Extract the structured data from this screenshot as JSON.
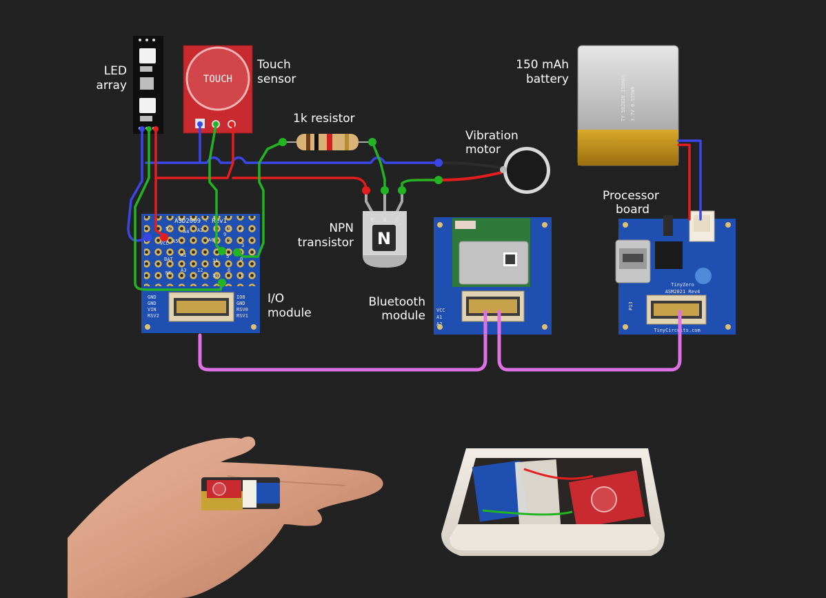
{
  "labels": {
    "led_array": [
      "LED",
      "array"
    ],
    "touch_sensor": [
      "Touch",
      "sensor"
    ],
    "resistor": "1k resistor",
    "vibration_motor": [
      "Vibration",
      "motor"
    ],
    "battery": [
      "150 mAh",
      "battery"
    ],
    "processor": [
      "Processor",
      "board"
    ],
    "npn": [
      "NPN",
      "transistor"
    ],
    "io_module": [
      "I/O",
      "module"
    ],
    "bluetooth": [
      "Bluetooth",
      "module"
    ]
  },
  "silkscreen": {
    "touch_button": "TOUCH",
    "transistor_letter": "N",
    "transistor_pins": [
      "E",
      "B",
      "C"
    ],
    "io_title": "ASD2009 - Rev1",
    "io_pins": [
      "5V",
      "VCC",
      "A5",
      "A4",
      "A2",
      "A0",
      "BAT",
      "A1",
      "A3",
      "12",
      "11",
      "9",
      "8",
      "7",
      "5",
      "4",
      "3",
      "NC",
      "10",
      "6",
      "1",
      "0"
    ],
    "io_left": [
      "GND",
      "GND",
      "VIN",
      "RSV2"
    ],
    "io_right": [
      "IO8",
      "GND",
      "RSV0",
      "RSV1"
    ],
    "battery_cell": [
      "TY 502020 150mAh",
      "3.7V 0.555Wh"
    ],
    "processor_name": [
      "TinyZero",
      "ASM2021 Rev4"
    ],
    "processor_maker": "TinyCircuits.com",
    "processor_pin": "P13",
    "bt_pins": [
      "VCC",
      "A1",
      "A2"
    ]
  },
  "colors": {
    "background": "#222222",
    "wire_blue": "#3a46e8",
    "wire_red": "#e41e1e",
    "wire_green": "#22b422",
    "wire_pink": "#e070e6",
    "pcb_blue": "#1f4fb0",
    "touch_red": "#c92a2f"
  }
}
